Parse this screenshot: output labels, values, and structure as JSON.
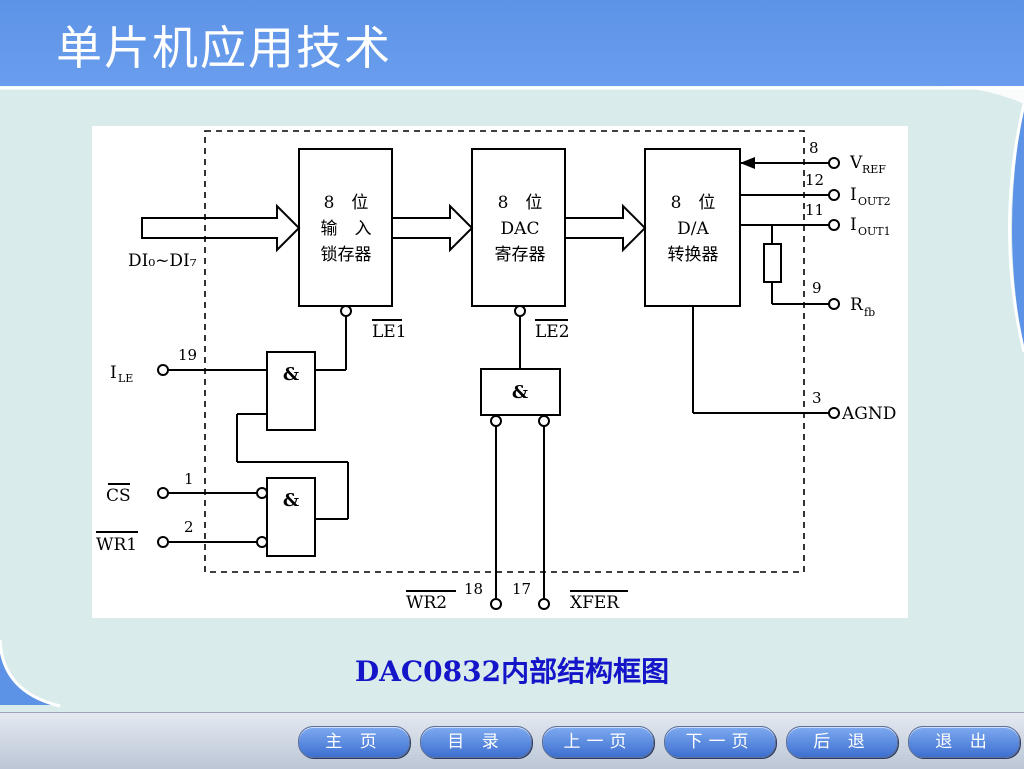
{
  "header": {
    "title": "单片机应用技术"
  },
  "diagram": {
    "blocks": {
      "input_latch": {
        "line1": "8　位",
        "line2": "输　入",
        "line3": "锁存器"
      },
      "dac_register": {
        "line1": "8　位",
        "line2": "DAC",
        "line3": "寄存器"
      },
      "converter": {
        "line1": "8　位",
        "line2": "D/A",
        "line3": "转换器"
      }
    },
    "gates": {
      "and_symbol": "&"
    },
    "signals": {
      "di_bus": "DI₀~DI₇",
      "le1": "LE1",
      "le2": "LE2",
      "ile": "I",
      "ile_sub": "LE",
      "cs": "CS",
      "wr1": "WR1",
      "wr2": "WR2",
      "xfer": "XFER",
      "vref": "V",
      "vref_sub": "REF",
      "iout2": "I",
      "iout2_sub": "OUT2",
      "iout1": "I",
      "iout1_sub": "OUT1",
      "rfb": "R",
      "rfb_sub": "fb",
      "agnd": "AGND"
    },
    "pins": {
      "ile": "19",
      "cs": "1",
      "wr1": "2",
      "wr2": "18",
      "xfer": "17",
      "vref": "8",
      "iout2": "12",
      "iout1": "11",
      "rfb": "9",
      "agnd": "3"
    }
  },
  "caption": "DAC0832内部结构框图",
  "nav": {
    "home": "主 页",
    "contents": "目 录",
    "prev": "上一页",
    "next": "下一页",
    "back": "后 退",
    "exit": "退 出"
  },
  "colors": {
    "header": "#6a9ded",
    "background": "#d9eceb",
    "caption": "#1414c8",
    "nav_button": "#4a7fdc"
  }
}
